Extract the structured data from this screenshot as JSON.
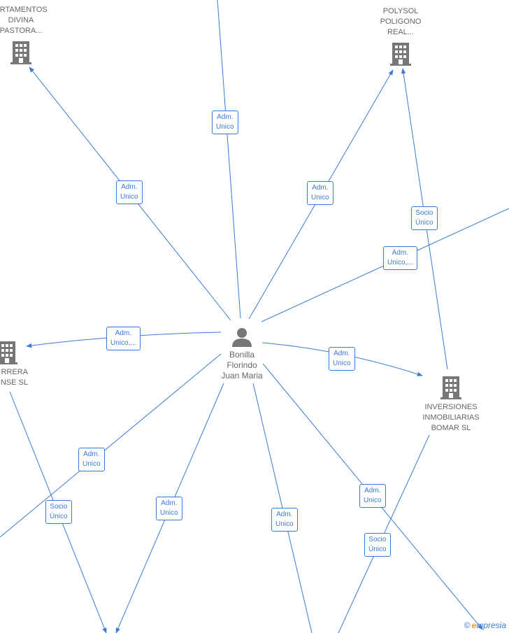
{
  "center_person": {
    "name_lines": [
      "Bonilla",
      "Florindo",
      "Juan Maria"
    ],
    "icon": "person-icon"
  },
  "companies": [
    {
      "id": "apartamentos",
      "label_lines": [
        "ARTAMENTOS",
        "DIVINA",
        "PASTORA..."
      ],
      "icon": "building-icon"
    },
    {
      "id": "polysol",
      "label_lines": [
        "POLYSOL",
        "POLIGONO",
        "REAL..."
      ],
      "icon": "building-icon"
    },
    {
      "id": "rrera",
      "label_lines": [
        "RRERA",
        "NSE  SL"
      ],
      "icon": "building-icon"
    },
    {
      "id": "inversiones",
      "label_lines": [
        "INVERSIONES",
        "INMOBILIARIAS",
        "BOMAR  SL"
      ],
      "icon": "building-icon",
      "accent": "#666666"
    }
  ],
  "edge_labels": [
    {
      "id": "e-top",
      "lines": [
        "Adm.",
        "Unico"
      ]
    },
    {
      "id": "e-apartamentos",
      "lines": [
        "Adm.",
        "Unico"
      ]
    },
    {
      "id": "e-polysol",
      "lines": [
        "Adm.",
        "Unico"
      ]
    },
    {
      "id": "e-polysol-socio",
      "lines": [
        "Socio",
        "Único"
      ]
    },
    {
      "id": "e-right",
      "lines": [
        "Adm.",
        "Unico,..."
      ]
    },
    {
      "id": "e-rrera",
      "lines": [
        "Adm.",
        "Unico,..."
      ]
    },
    {
      "id": "e-inversiones",
      "lines": [
        "Adm.",
        "Unico"
      ]
    },
    {
      "id": "e-bottom-left",
      "lines": [
        "Adm.",
        "Unico"
      ]
    },
    {
      "id": "e-rrera-socio",
      "lines": [
        "Socio",
        "Único"
      ]
    },
    {
      "id": "e-bottom-mid-left",
      "lines": [
        "Adm.",
        "Unico"
      ]
    },
    {
      "id": "e-bottom-mid",
      "lines": [
        "Adm.",
        "Unico"
      ]
    },
    {
      "id": "e-bottom-right",
      "lines": [
        "Adm.",
        "Unico"
      ]
    },
    {
      "id": "e-inversiones-socio",
      "lines": [
        "Socio",
        "Único"
      ]
    }
  ],
  "watermark": {
    "copyright": "©",
    "brand_initial": "e",
    "brand_rest": "mpresia"
  },
  "colors": {
    "edge": "#3a7bd5",
    "node_icon": "#777777",
    "text": "#666666"
  }
}
